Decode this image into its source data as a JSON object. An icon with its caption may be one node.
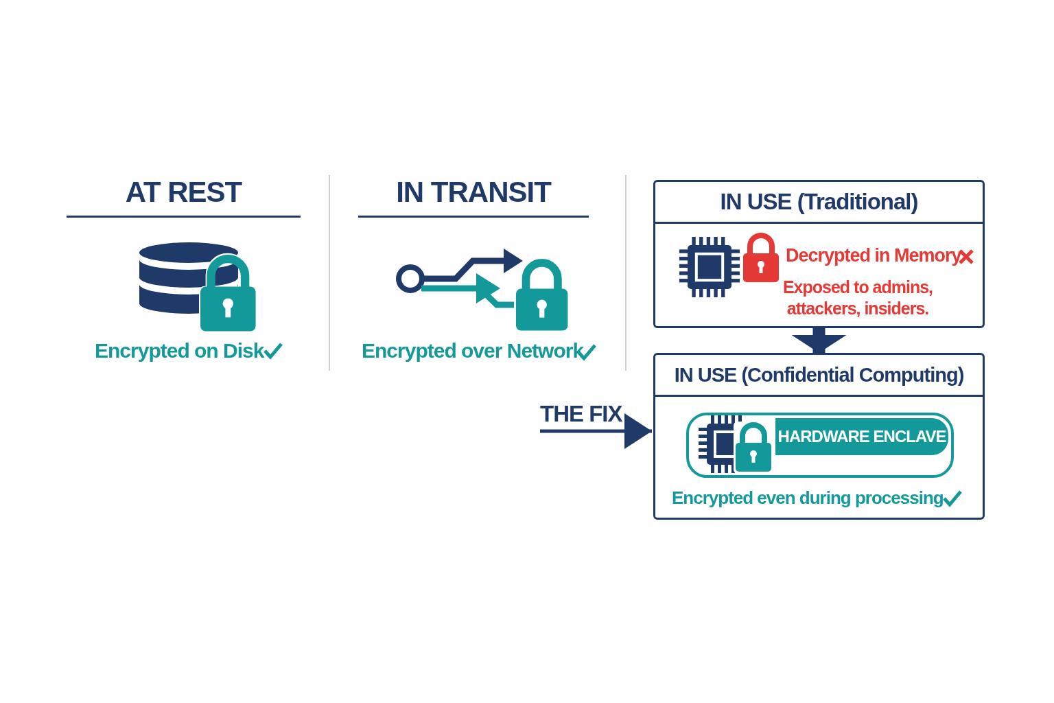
{
  "diagram": {
    "nodes": [
      {
        "text": [
          "IN USE (Traditional)",
          "Decrypted in Memory",
          "Exposed to admins, attackers, insiders."
        ]
      },
      {
        "text": [
          "IN USE (Confidential Computing)",
          "Encrypted even during processing"
        ]
      },
      {
        "text": [
          "HARDWARE ENCLAVE"
        ],
        "in": 1
      },
      {
        "text": [
          "THE FIX"
        ]
      }
    ],
    "edges": [
      {
        "from": 0,
        "to": 1,
        "arrow": "to",
        "style": "thick"
      },
      {
        "from": 3,
        "to": 1,
        "arrow": "to"
      }
    ],
    "labels": [
      "AT REST",
      "Encrypted on Disk",
      "IN TRANSIT",
      "Encrypted over Network"
    ]
  }
}
